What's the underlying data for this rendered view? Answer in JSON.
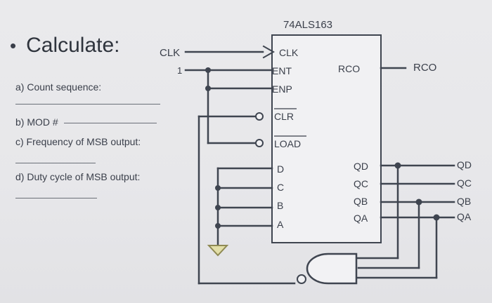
{
  "left": {
    "bullet": "•",
    "heading": "Calculate:",
    "q_a": "a)  Count sequence:",
    "q_b": "b)  MOD #",
    "q_c": "c)  Frequency of MSB output:",
    "q_d": "d)  Duty cycle of MSB output:"
  },
  "chip": {
    "title": "74ALS163",
    "pins_left": {
      "clk": "CLK",
      "ent": "ENT",
      "enp": "ENP",
      "clr": "CLR",
      "load": "LOAD",
      "d": "D",
      "c": "C",
      "b": "B",
      "a": "A"
    },
    "pins_right": {
      "rco": "RCO",
      "qd": "QD",
      "qc": "QC",
      "qb": "QB",
      "qa": "QA"
    }
  },
  "external": {
    "clk_in": "CLK",
    "one_in": "1",
    "rco_out": "RCO",
    "qd_out": "QD",
    "qc_out": "QC",
    "qb_out": "QB",
    "qa_out": "QA"
  },
  "colors": {
    "wire": "#3f4550",
    "chip_fill": "#f1f1f3",
    "text": "#3a3f4a",
    "gate_fill": "#f2f2f4"
  }
}
